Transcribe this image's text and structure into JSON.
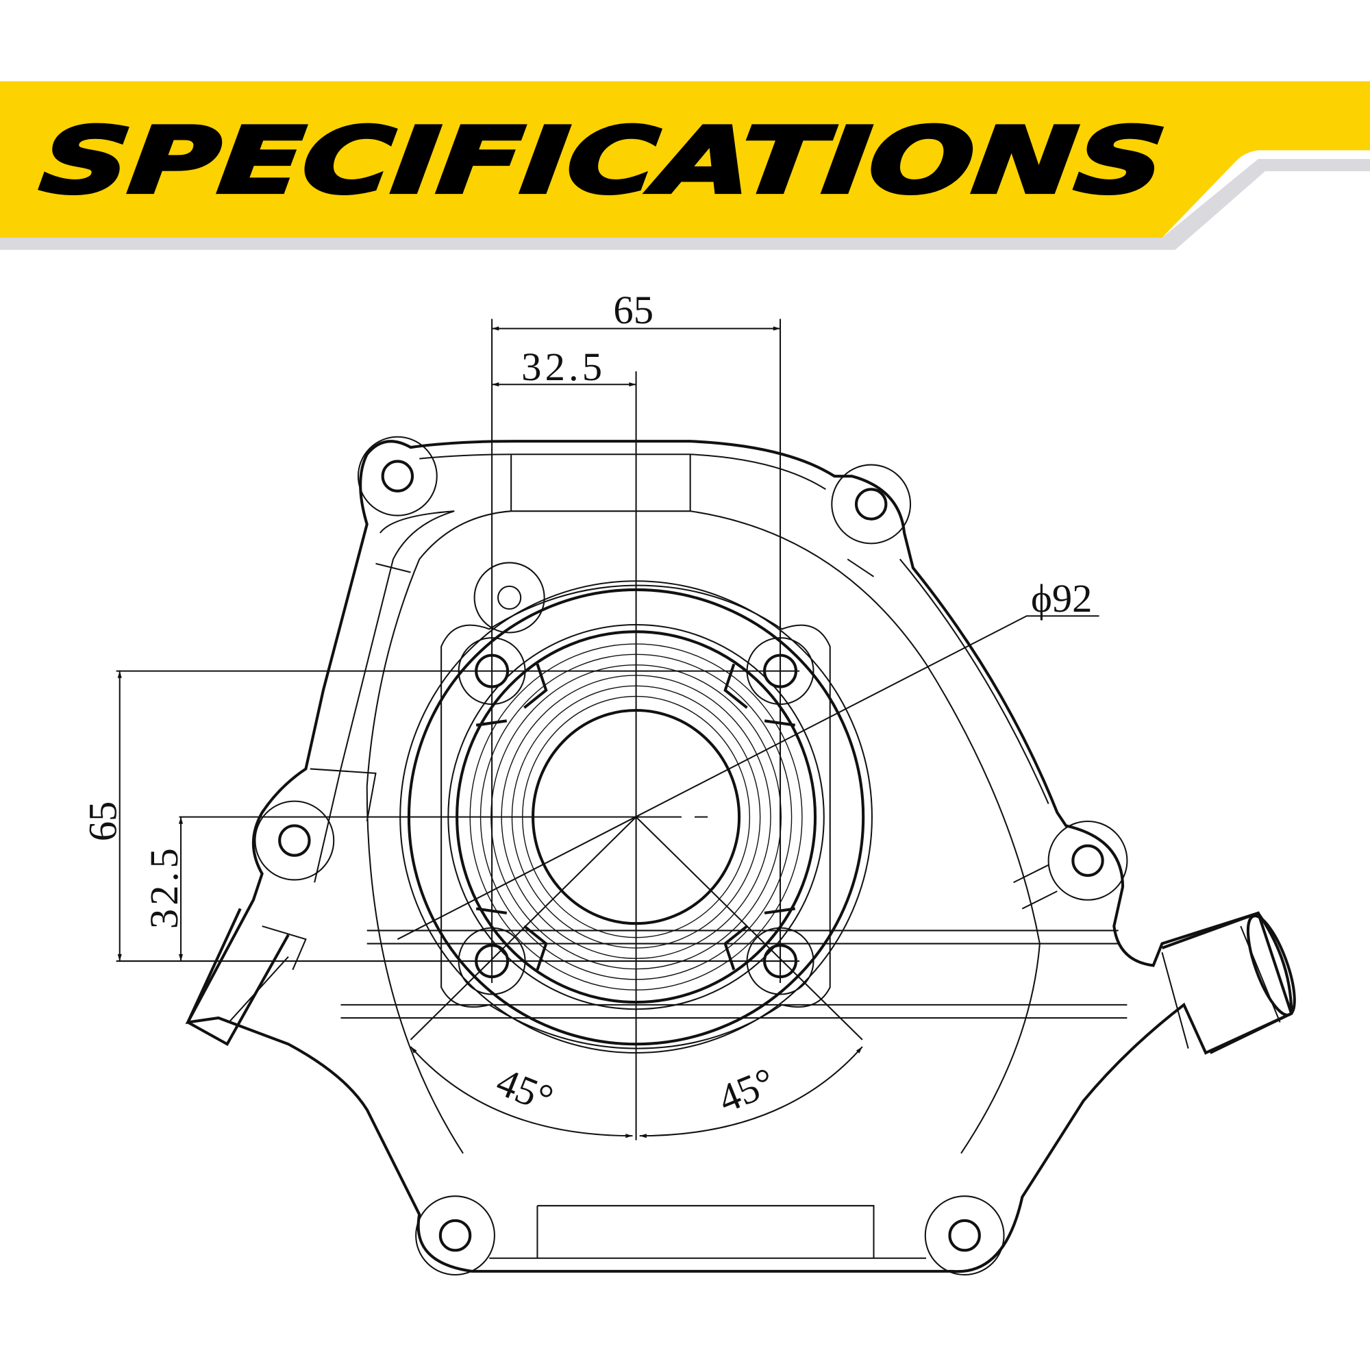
{
  "header": {
    "title": "SPECIFICATIONS",
    "colors": {
      "band": "#FCD200",
      "text": "#000000",
      "shadow": "#D9D9DE"
    }
  },
  "drawing": {
    "dimensions": {
      "top_total": "65",
      "top_half": "32.5",
      "left_total": "65",
      "left_half": "32.5",
      "diameter": "ϕ92",
      "angle_left": "45°",
      "angle_right": "45°"
    }
  }
}
